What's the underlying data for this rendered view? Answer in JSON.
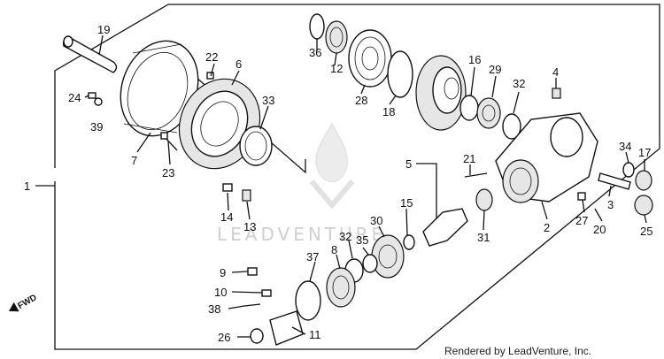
{
  "diagram": {
    "callouts": [
      "1",
      "2",
      "3",
      "4",
      "5",
      "6",
      "7",
      "8",
      "9",
      "10",
      "11",
      "12",
      "13",
      "14",
      "15",
      "16",
      "17",
      "18",
      "19",
      "20",
      "21",
      "22",
      "23",
      "24",
      "25",
      "26",
      "27",
      "28",
      "29",
      "30",
      "31",
      "32",
      "33",
      "34",
      "35",
      "36",
      "37",
      "38",
      "39"
    ],
    "duplicate_callouts": {
      "32b": "32"
    },
    "fwd_label": "FWD",
    "watermark": "LEADVENTURE",
    "credit": "Rendered by LeadVenture, Inc."
  }
}
